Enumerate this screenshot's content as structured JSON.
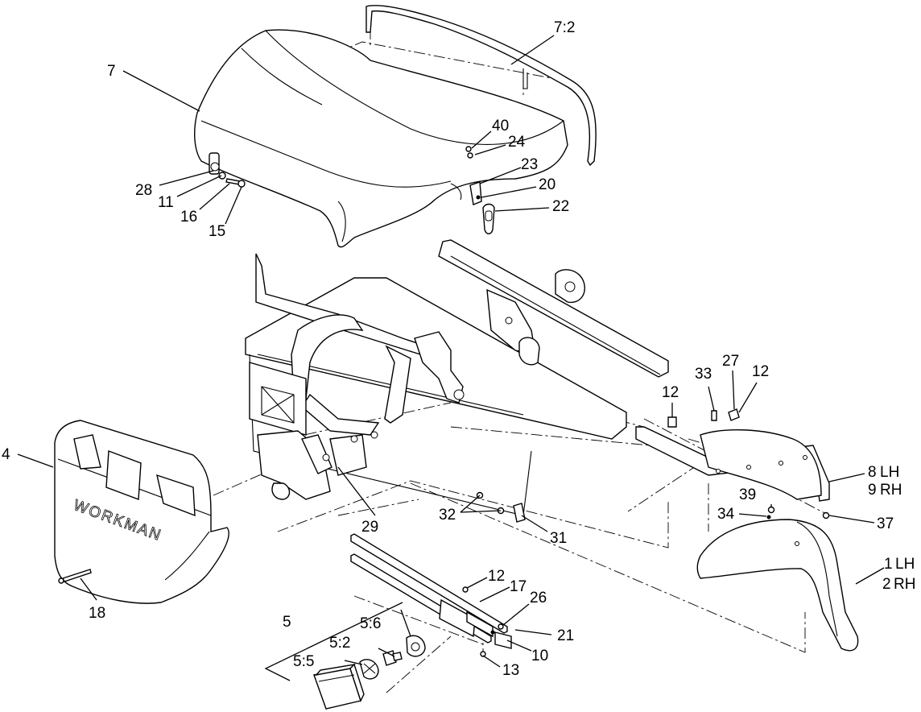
{
  "emblem_text": "WORKMAN",
  "callouts": {
    "c7": "7",
    "c7_2": "7:2",
    "c28": "28",
    "c11": "11",
    "c16": "16",
    "c15": "15",
    "c40": "40",
    "c24": "24",
    "c23": "23",
    "c20": "20",
    "c22": "22",
    "c4": "4",
    "c29": "29",
    "c32": "32",
    "c31": "31",
    "c18": "18",
    "c12a": "12",
    "c33": "33",
    "c27": "27",
    "c12b": "12",
    "c8": "8",
    "c8_side": "LH",
    "c9": "9",
    "c9_side": "RH",
    "c39": "39",
    "c34": "34",
    "c37": "37",
    "c1": "1",
    "c1_side": "LH",
    "c2": "2",
    "c2_side": "RH",
    "c12c": "12",
    "c17": "17",
    "c26": "26",
    "c21": "21",
    "c10": "10",
    "c13": "13",
    "c5": "5",
    "c5_6": "5:6",
    "c5_2": "5:2",
    "c5_5": "5:5"
  }
}
